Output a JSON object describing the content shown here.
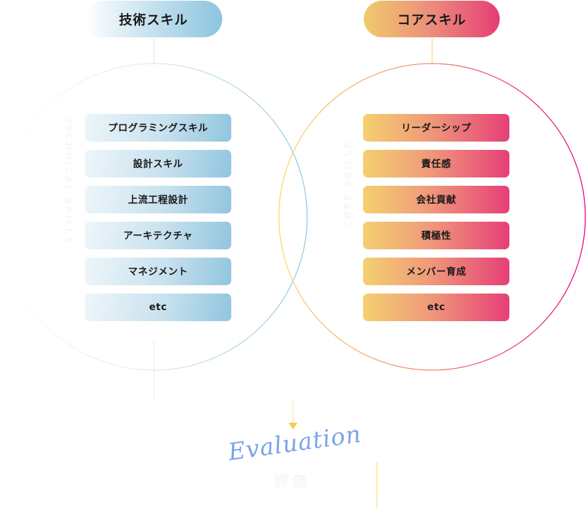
{
  "diagram": {
    "technical_skills": {
      "title": "技術スキル",
      "vertical_label": "TECHNICAL SKILLS",
      "items": [
        {
          "label": "プログラミングスキル"
        },
        {
          "label": "設計スキル"
        },
        {
          "label": "上流工程設計"
        },
        {
          "label": "アーキテクチャ"
        },
        {
          "label": "マネジメント"
        },
        {
          "label": "etc"
        }
      ]
    },
    "core_skills": {
      "title": "コアスキル",
      "vertical_label": "CORE SKILLS",
      "items": [
        {
          "label": "リーダーシップ"
        },
        {
          "label": "責任感"
        },
        {
          "label": "会社貢献"
        },
        {
          "label": "積極性"
        },
        {
          "label": "メンバー育成"
        },
        {
          "label": "etc"
        }
      ]
    },
    "result": {
      "script_label": "Evaluation",
      "label": "評価"
    },
    "colors": {
      "tech_light": "#eef6fa",
      "tech_accent": "#8cc4df",
      "core_start": "#f4d070",
      "core_end": "#e6007e",
      "connector": "#f7e26b",
      "script": "#7aa4ea"
    }
  }
}
